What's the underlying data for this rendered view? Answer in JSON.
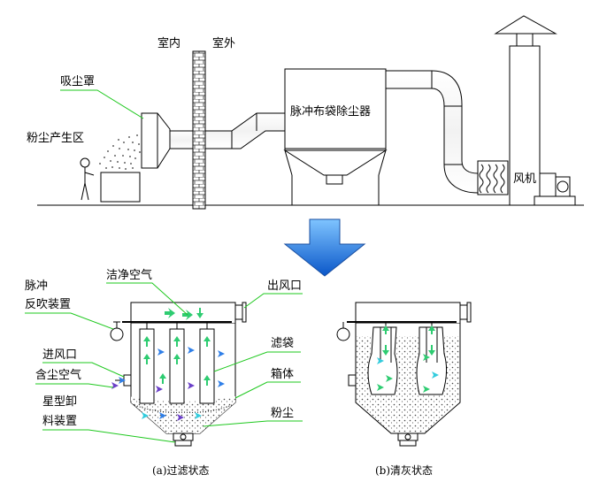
{
  "labels": {
    "hood": "吸尘罩",
    "dust_zone": "粉尘产生区",
    "indoor": "室内",
    "outdoor": "室外",
    "collector": "脉冲布袋除尘器",
    "fan": "风机",
    "pulse_line1": "脉冲",
    "pulse_line2": "反吹装置",
    "clean_air": "洁净空气",
    "outlet": "出风口",
    "inlet": "进风口",
    "dusty_air": "含尘空气",
    "filter_bag": "滤袋",
    "housing": "箱体",
    "valve_line1": "星型卸",
    "valve_line2": "料装置",
    "dust": "粉尘"
  },
  "captions": {
    "filtering": "(a)过滤状态",
    "cleaning": "(b)清灰状态"
  },
  "colors": {
    "leader": "#1ec81e",
    "arrow_blue": "#2f7fe8",
    "arrow_green": "#2ecc71",
    "arrow_cyan": "#33ccdd",
    "arrow_purple": "#6a3fc8"
  }
}
